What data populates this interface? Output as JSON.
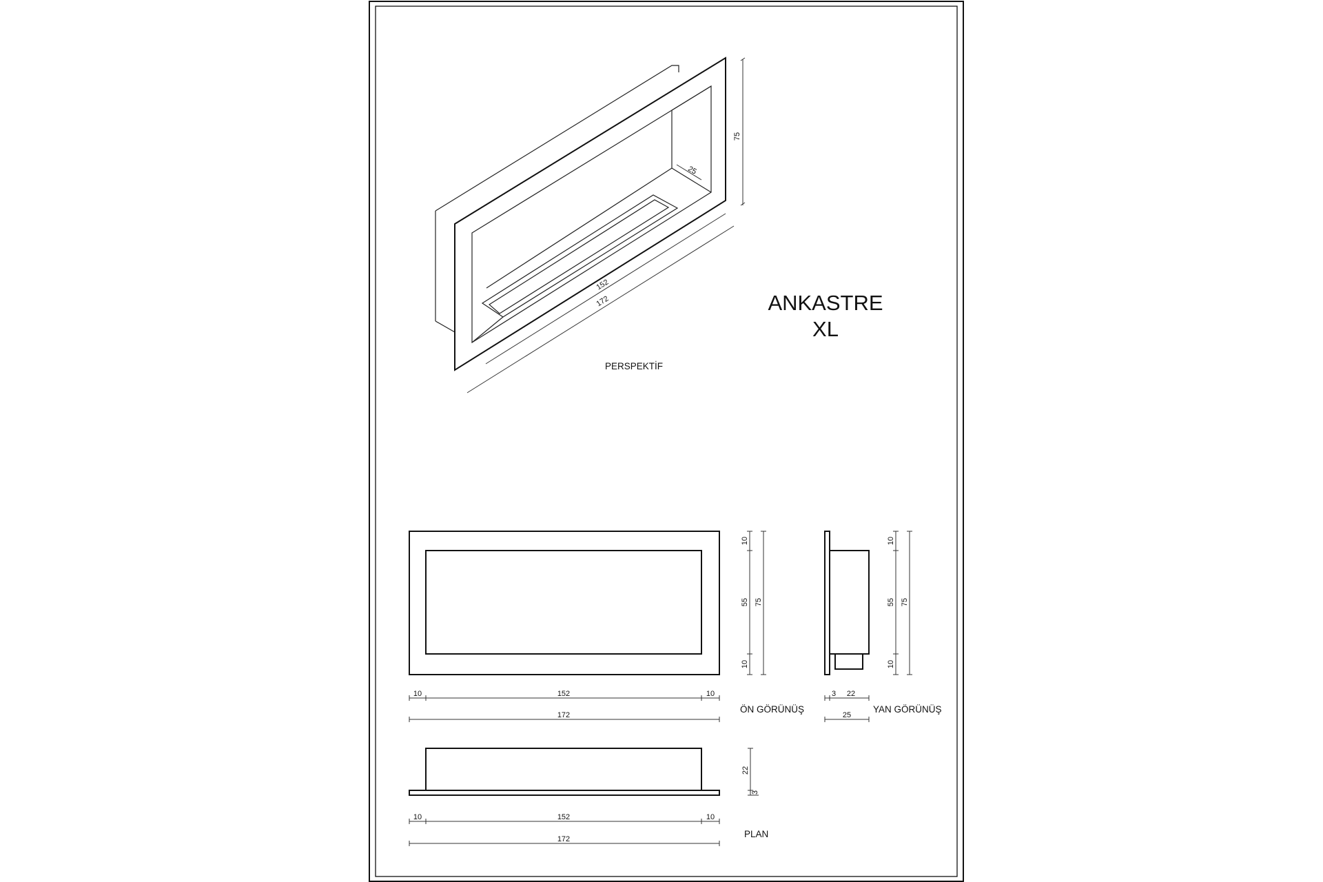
{
  "sheet": {
    "title_line1": "ANKASTRE",
    "title_line2": "XL"
  },
  "labels": {
    "perspective": "PERSPEKTİF",
    "front_view": "ÖN GÖRÜNÜŞ",
    "side_view": "YAN GÖRÜNÜŞ",
    "plan": "PLAN"
  },
  "dimensions": {
    "perspective": {
      "height": "75",
      "depth": "25",
      "inner_width": "152",
      "outer_width": "172"
    },
    "front": {
      "left_border": "10",
      "inner_width": "152",
      "right_border": "10",
      "overall_width": "172",
      "top_border": "10",
      "inner_height": "55",
      "bottom_border": "10",
      "overall_height": "75"
    },
    "side": {
      "flange": "3",
      "body_depth": "22",
      "overall_depth": "25",
      "top_border": "10",
      "inner_height": "55",
      "bottom_border": "10",
      "overall_height": "75"
    },
    "plan": {
      "left_border": "10",
      "inner_width": "152",
      "right_border": "10",
      "overall_width": "172",
      "body_depth": "22",
      "flange": "3"
    }
  }
}
